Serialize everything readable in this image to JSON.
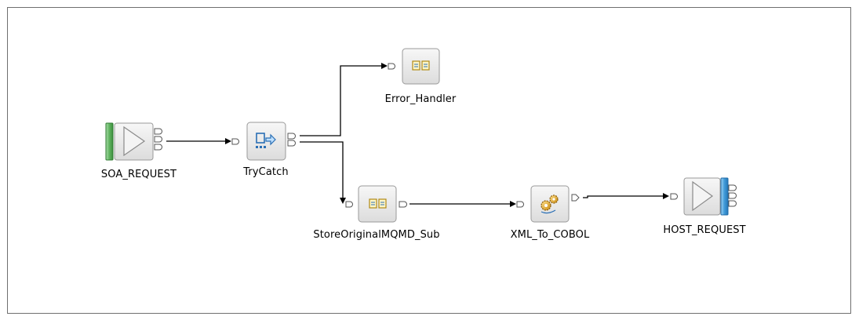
{
  "flow": {
    "nodes": [
      {
        "id": "soa_request",
        "label": "SOA_REQUEST",
        "type": "mq-input",
        "icon": "mq-input-icon"
      },
      {
        "id": "trycatch",
        "label": "TryCatch",
        "type": "try-catch",
        "icon": "try-catch-icon"
      },
      {
        "id": "error_handler",
        "label": "Error_Handler",
        "type": "subflow",
        "icon": "subflow-icon"
      },
      {
        "id": "store_original",
        "label": "StoreOriginalMQMD_Sub",
        "type": "subflow",
        "icon": "subflow-icon"
      },
      {
        "id": "xml_to_cobol",
        "label": "XML_To_COBOL",
        "type": "compute",
        "icon": "gears-icon"
      },
      {
        "id": "host_request",
        "label": "HOST_REQUEST",
        "type": "mq-output",
        "icon": "mq-output-icon"
      }
    ],
    "connections": [
      {
        "from": "soa_request",
        "to": "trycatch"
      },
      {
        "from": "trycatch",
        "to": "error_handler"
      },
      {
        "from": "trycatch",
        "to": "store_original"
      },
      {
        "from": "store_original",
        "to": "xml_to_cobol"
      },
      {
        "from": "xml_to_cobol",
        "to": "host_request"
      }
    ]
  },
  "colors": {
    "input_bar": "#6dbb6f",
    "output_bar": "#4da6e0",
    "node_fill": "#ebebeb",
    "node_border": "#9a9a9a",
    "wire": "#000000",
    "frame": "#6f6f6f"
  }
}
